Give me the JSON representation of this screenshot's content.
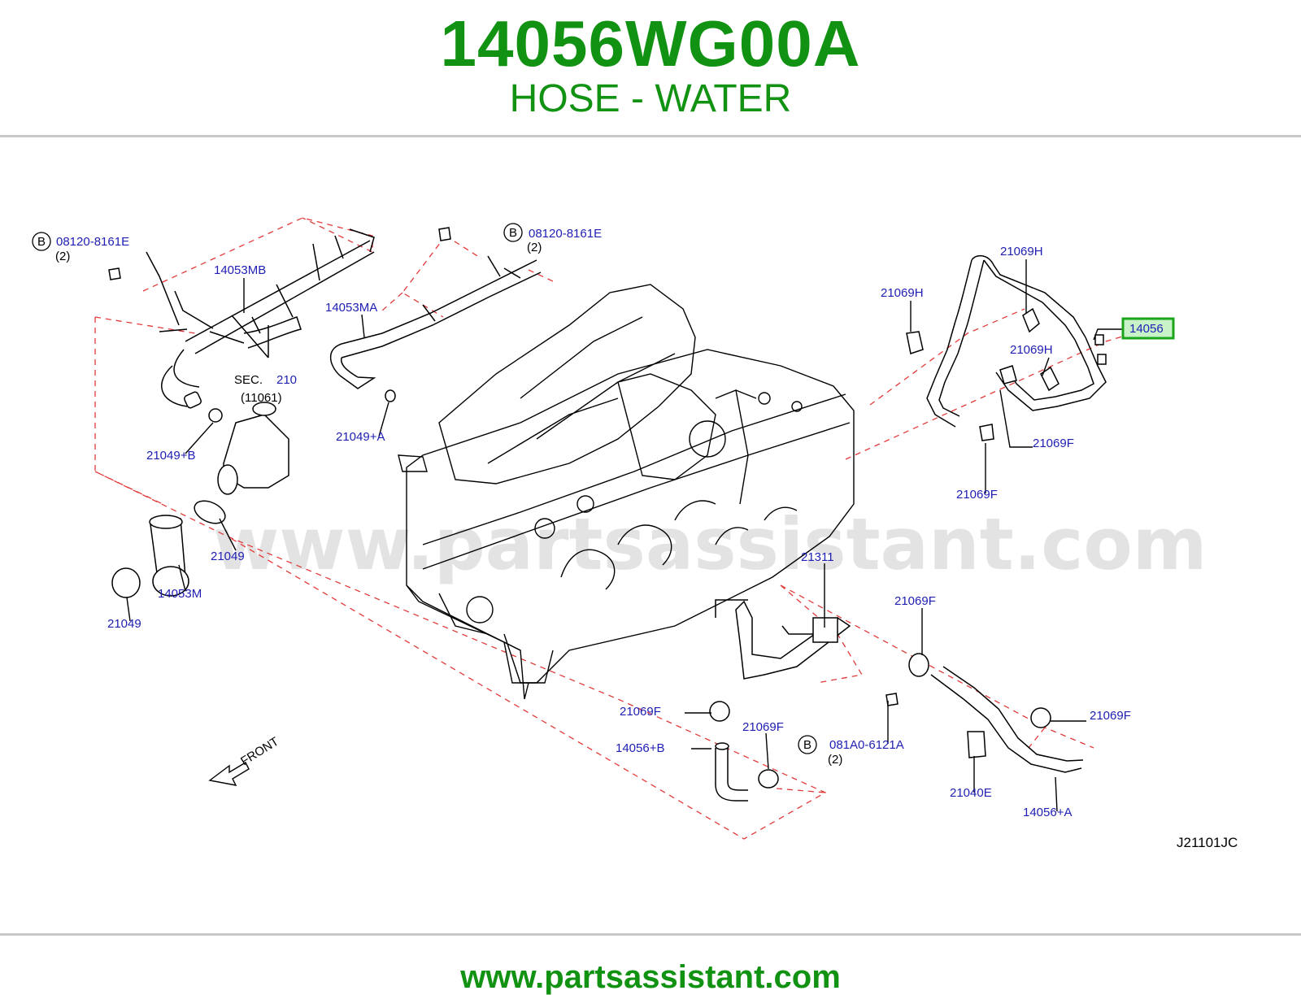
{
  "header": {
    "part_number": "14056WG00A",
    "part_name": "HOSE - WATER"
  },
  "footer": {
    "url": "www.partsassistant.com"
  },
  "diagram": {
    "code": "J21101JC",
    "watermark": "www.partsassistant.com",
    "front_label": "FRONT",
    "sec_label": "SEC.",
    "sec_number": "210",
    "sec_sub": "(11061)",
    "bolt_badge": "B",
    "callouts": {
      "c1": {
        "text": "08120-8161E",
        "qty": "(2)"
      },
      "c2": {
        "text": "08120-8161E",
        "qty": "(2)"
      },
      "c3": {
        "text": "081A0-6121A",
        "qty": "(2)"
      },
      "p14053MB": "14053MB",
      "p14053MA": "14053MA",
      "p21049B": "21049+B",
      "p21049A": "21049+A",
      "p21049_1": "21049",
      "p21049_2": "21049",
      "p14053M": "14053M",
      "p21069H_1": "21069H",
      "p21069H_2": "21069H",
      "p21069H_3": "21069H",
      "p14056": "14056",
      "p21069F_1": "21069F",
      "p21069F_2": "21069F",
      "p21311": "21311",
      "p21069F_3": "21069F",
      "p21069F_4": "21069F",
      "p21069F_5": "21069F",
      "p21069F_6": "21069F",
      "p14056B": "14056+B",
      "p21040E": "21040E",
      "p14056A": "14056+A"
    },
    "highlight_color": "#1aa51a"
  }
}
